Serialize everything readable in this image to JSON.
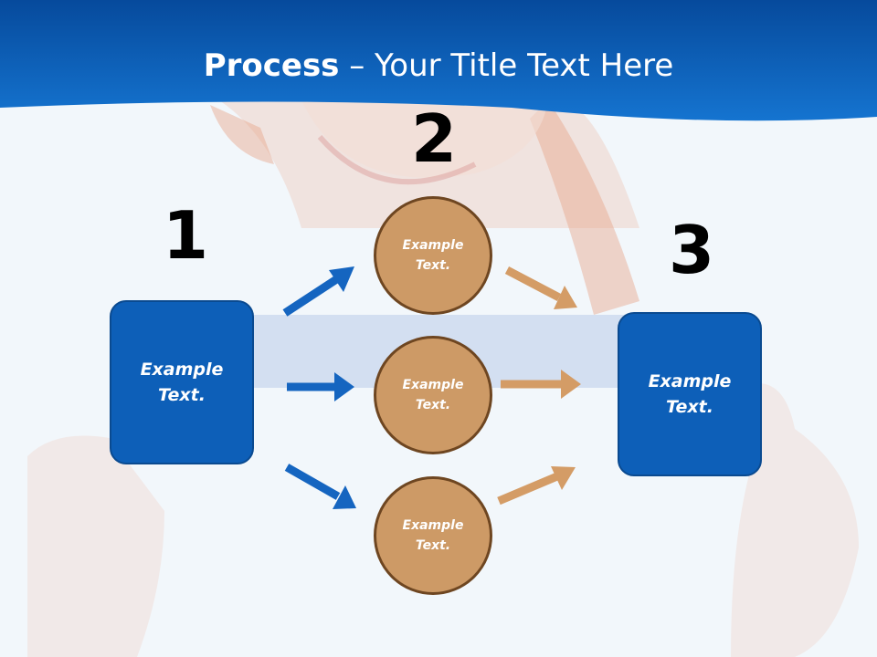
{
  "header": {
    "title_strong": "Process",
    "title_rest": " – Your Title Text Here"
  },
  "steps": {
    "one": {
      "number": "1",
      "label": "Example\nText."
    },
    "two": {
      "number": "2"
    },
    "three": {
      "number": "3",
      "label": "Example\nText."
    }
  },
  "circles": [
    {
      "label": "Example\nText."
    },
    {
      "label": "Example\nText."
    },
    {
      "label": "Example\nText."
    }
  ],
  "colors": {
    "header_blue": "#0a5cb6",
    "box_blue": "#0d5fb8",
    "circle_fill": "#cd9a66",
    "circle_border": "#6e4621",
    "arrow_blue": "#1565c0",
    "arrow_tan": "#d49c66"
  }
}
